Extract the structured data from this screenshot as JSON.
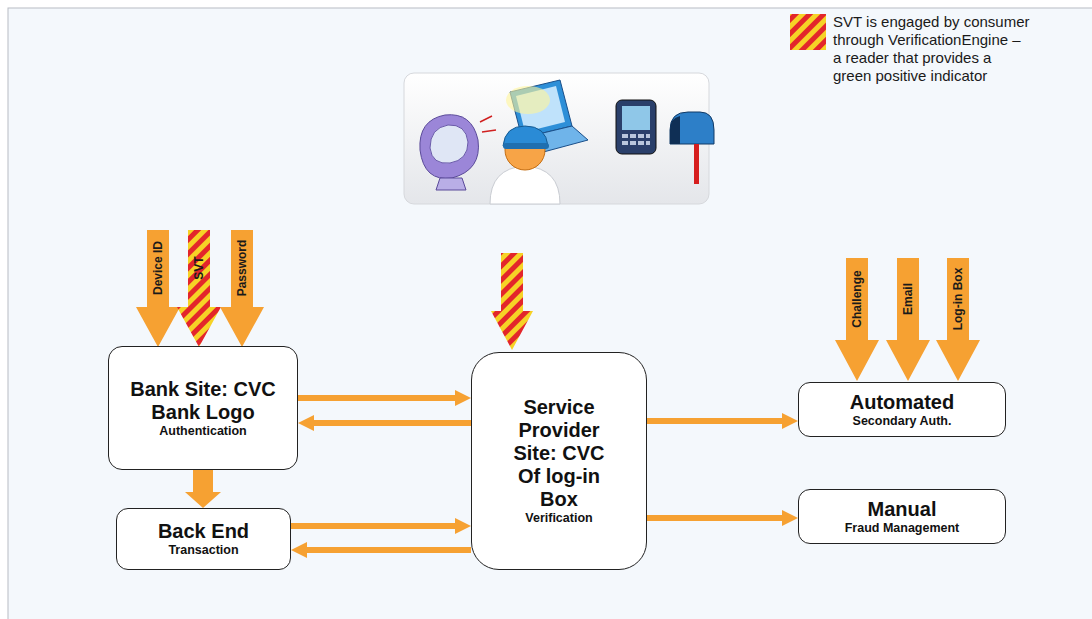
{
  "diagram": {
    "nodes": [
      {
        "text": [
          "Bank Site: CVC Bank Logo",
          "Authentication"
        ]
      },
      {
        "text": [
          "Back End",
          "Transaction"
        ]
      },
      {
        "text": [
          "Service Provider Site: CVC Of log-in Box",
          "Verification"
        ]
      },
      {
        "text": [
          "Automated",
          "Secondary Auth."
        ]
      },
      {
        "text": [
          "Manual",
          "Fraud Management"
        ]
      }
    ],
    "edges": [
      {
        "from": 0,
        "to": 2,
        "arrow": "to"
      },
      {
        "from": 2,
        "to": 0,
        "arrow": "to"
      },
      {
        "from": 0,
        "to": 1,
        "arrow": "to"
      },
      {
        "from": 1,
        "to": 2,
        "arrow": "to"
      },
      {
        "from": 2,
        "to": 1,
        "arrow": "to"
      },
      {
        "from": 2,
        "to": 3,
        "arrow": "to"
      },
      {
        "from": 2,
        "to": 4,
        "arrow": "to"
      }
    ],
    "labels": [
      "Device ID",
      "SVT",
      "Password",
      "Challenge",
      "Email",
      "Log-in Box"
    ],
    "legend": [
      {
        "text": "SVT is engaged by consumer through VerificationEngine – a reader that provides a green positive indicator"
      }
    ]
  }
}
